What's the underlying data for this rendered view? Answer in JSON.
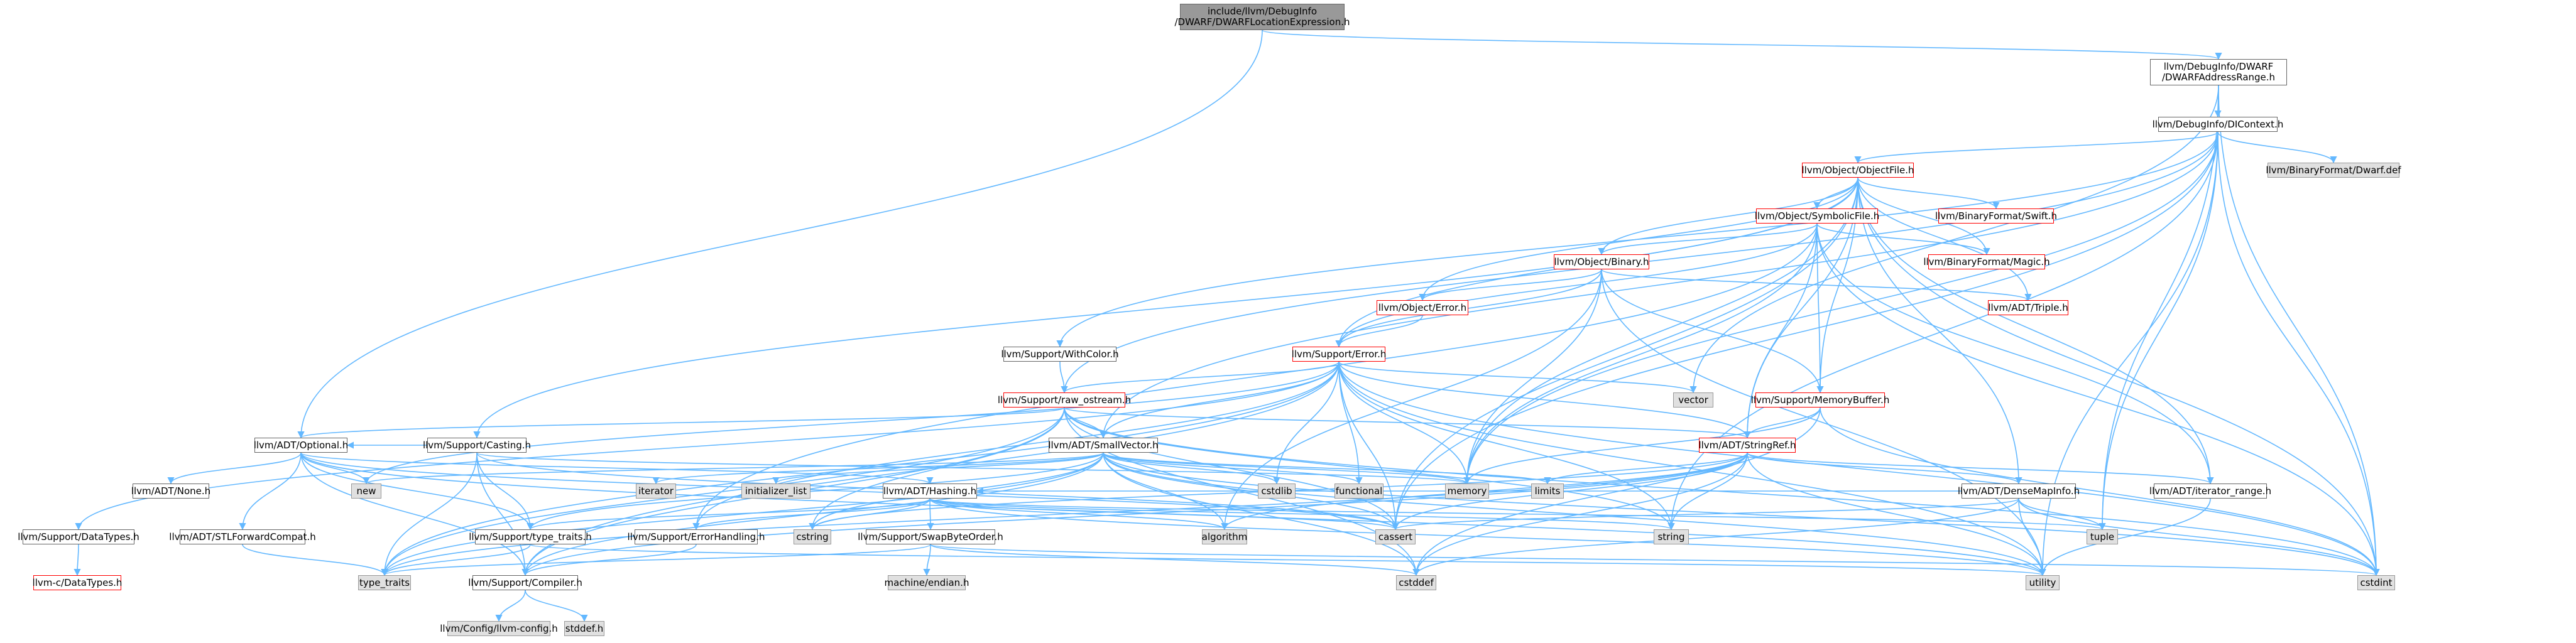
{
  "edge_color": "#63b8ff",
  "nodes": [
    {
      "id": "root",
      "label": "include/llvm/DebugInfo\n/DWARF/DWARFLocationExpression.h",
      "style": "root"
    },
    {
      "id": "addrrange",
      "label": "llvm/DebugInfo/DWARF\n/DWARFAddressRange.h",
      "style": "normal"
    },
    {
      "id": "dicontext",
      "label": "llvm/DebugInfo/DIContext.h",
      "style": "normal"
    },
    {
      "id": "objfile",
      "label": "llvm/Object/ObjectFile.h",
      "style": "red"
    },
    {
      "id": "dwarfdef",
      "label": "llvm/BinaryFormat/Dwarf.def",
      "style": "sys"
    },
    {
      "id": "symfile",
      "label": "llvm/Object/SymbolicFile.h",
      "style": "red"
    },
    {
      "id": "swift",
      "label": "llvm/BinaryFormat/Swift.h",
      "style": "red"
    },
    {
      "id": "magic",
      "label": "llvm/BinaryFormat/Magic.h",
      "style": "red"
    },
    {
      "id": "binary",
      "label": "llvm/Object/Binary.h",
      "style": "red"
    },
    {
      "id": "triple",
      "label": "llvm/ADT/Triple.h",
      "style": "red"
    },
    {
      "id": "objerror",
      "label": "llvm/Object/Error.h",
      "style": "red"
    },
    {
      "id": "withcolor",
      "label": "llvm/Support/WithColor.h",
      "style": "normal"
    },
    {
      "id": "error",
      "label": "llvm/Support/Error.h",
      "style": "red"
    },
    {
      "id": "vector",
      "label": "vector",
      "style": "sys"
    },
    {
      "id": "memorybuffer",
      "label": "llvm/Support/MemoryBuffer.h",
      "style": "red"
    },
    {
      "id": "rawostream",
      "label": "llvm/Support/raw_ostream.h",
      "style": "red"
    },
    {
      "id": "stringref",
      "label": "llvm/ADT/StringRef.h",
      "style": "red"
    },
    {
      "id": "optional",
      "label": "llvm/ADT/Optional.h",
      "style": "normal"
    },
    {
      "id": "casting",
      "label": "llvm/Support/Casting.h",
      "style": "normal"
    },
    {
      "id": "smallvector",
      "label": "llvm/ADT/SmallVector.h",
      "style": "normal"
    },
    {
      "id": "densemapinfo",
      "label": "llvm/ADT/DenseMapInfo.h",
      "style": "normal"
    },
    {
      "id": "iterrange",
      "label": "llvm/ADT/iterator_range.h",
      "style": "normal"
    },
    {
      "id": "none",
      "label": "llvm/ADT/None.h",
      "style": "normal"
    },
    {
      "id": "new",
      "label": "new",
      "style": "sys"
    },
    {
      "id": "iterator",
      "label": "iterator",
      "style": "sys"
    },
    {
      "id": "initlist",
      "label": "initializer_list",
      "style": "sys"
    },
    {
      "id": "hashing",
      "label": "llvm/ADT/Hashing.h",
      "style": "normal"
    },
    {
      "id": "cstdlib",
      "label": "cstdlib",
      "style": "sys"
    },
    {
      "id": "functional",
      "label": "functional",
      "style": "sys"
    },
    {
      "id": "memory",
      "label": "memory",
      "style": "sys"
    },
    {
      "id": "limits",
      "label": "limits",
      "style": "sys"
    },
    {
      "id": "datatypes",
      "label": "llvm/Support/DataTypes.h",
      "style": "normal"
    },
    {
      "id": "stlforward",
      "label": "llvm/ADT/STLForwardCompat.h",
      "style": "normal"
    },
    {
      "id": "typetraits_llvm",
      "label": "llvm/Support/type_traits.h",
      "style": "normal"
    },
    {
      "id": "errorhandling",
      "label": "llvm/Support/ErrorHandling.h",
      "style": "normal"
    },
    {
      "id": "cstring",
      "label": "cstring",
      "style": "sys"
    },
    {
      "id": "swapbyteorder",
      "label": "llvm/Support/SwapByteOrder.h",
      "style": "normal"
    },
    {
      "id": "algorithm",
      "label": "algorithm",
      "style": "sys"
    },
    {
      "id": "cassert",
      "label": "cassert",
      "style": "sys"
    },
    {
      "id": "string",
      "label": "string",
      "style": "sys"
    },
    {
      "id": "tuple",
      "label": "tuple",
      "style": "sys"
    },
    {
      "id": "cdatatypes",
      "label": "llvm-c/DataTypes.h",
      "style": "red"
    },
    {
      "id": "typetraits",
      "label": "type_traits",
      "style": "sys"
    },
    {
      "id": "compiler",
      "label": "llvm/Support/Compiler.h",
      "style": "normal"
    },
    {
      "id": "machineendian",
      "label": "machine/endian.h",
      "style": "sys"
    },
    {
      "id": "cstddef",
      "label": "cstddef",
      "style": "sys"
    },
    {
      "id": "utility",
      "label": "utility",
      "style": "sys"
    },
    {
      "id": "cstdint",
      "label": "cstdint",
      "style": "sys"
    },
    {
      "id": "llvmconfig",
      "label": "llvm/Config/llvm-config.h",
      "style": "sys"
    },
    {
      "id": "stddef",
      "label": "stddef.h",
      "style": "sys"
    }
  ],
  "edges": [
    [
      "root",
      "addrrange"
    ],
    [
      "root",
      "optional"
    ],
    [
      "addrrange",
      "dicontext"
    ],
    [
      "addrrange",
      "tuple"
    ],
    [
      "addrrange",
      "vector"
    ],
    [
      "addrrange",
      "cstdint"
    ],
    [
      "dicontext",
      "objfile"
    ],
    [
      "dicontext",
      "dwarfdef"
    ],
    [
      "dicontext",
      "withcolor"
    ],
    [
      "dicontext",
      "rawostream"
    ],
    [
      "dicontext",
      "smallvector"
    ],
    [
      "dicontext",
      "memory"
    ],
    [
      "dicontext",
      "cassert"
    ],
    [
      "dicontext",
      "cstdint"
    ],
    [
      "dicontext",
      "string"
    ],
    [
      "dicontext",
      "tuple"
    ],
    [
      "dicontext",
      "utility"
    ],
    [
      "objfile",
      "symfile"
    ],
    [
      "objfile",
      "swift"
    ],
    [
      "objfile",
      "binary"
    ],
    [
      "objfile",
      "triple"
    ],
    [
      "objfile",
      "objerror"
    ],
    [
      "objfile",
      "error"
    ],
    [
      "objfile",
      "memorybuffer"
    ],
    [
      "objfile",
      "stringref"
    ],
    [
      "objfile",
      "densemapinfo"
    ],
    [
      "objfile",
      "iterrange"
    ],
    [
      "objfile",
      "casting"
    ],
    [
      "objfile",
      "memory"
    ],
    [
      "objfile",
      "cassert"
    ],
    [
      "objfile",
      "cstdint"
    ],
    [
      "objfile",
      "magic"
    ],
    [
      "symfile",
      "binary"
    ],
    [
      "symfile",
      "magic"
    ],
    [
      "symfile",
      "error"
    ],
    [
      "symfile",
      "memorybuffer"
    ],
    [
      "symfile",
      "stringref"
    ],
    [
      "symfile",
      "iterrange"
    ],
    [
      "symfile",
      "memory"
    ],
    [
      "symfile",
      "cstdint"
    ],
    [
      "symfile",
      "errorhandling"
    ],
    [
      "binary",
      "triple"
    ],
    [
      "binary",
      "objerror"
    ],
    [
      "binary",
      "error"
    ],
    [
      "binary",
      "memorybuffer"
    ],
    [
      "binary",
      "memory"
    ],
    [
      "binary",
      "utility"
    ],
    [
      "binary",
      "algorithm"
    ],
    [
      "objerror",
      "error"
    ],
    [
      "withcolor",
      "rawostream"
    ],
    [
      "error",
      "vector"
    ],
    [
      "error",
      "rawostream"
    ],
    [
      "error",
      "smallvector"
    ],
    [
      "error",
      "stringref"
    ],
    [
      "error",
      "datatypes"
    ],
    [
      "error",
      "errorhandling"
    ],
    [
      "error",
      "cassert"
    ],
    [
      "error",
      "cstdint"
    ],
    [
      "error",
      "cstdlib"
    ],
    [
      "error",
      "functional"
    ],
    [
      "error",
      "memory"
    ],
    [
      "error",
      "new"
    ],
    [
      "error",
      "string"
    ],
    [
      "error",
      "utility"
    ],
    [
      "error",
      "typetraits"
    ],
    [
      "error",
      "compiler"
    ],
    [
      "memorybuffer",
      "stringref"
    ],
    [
      "memorybuffer",
      "memory"
    ],
    [
      "memorybuffer",
      "cstddef"
    ],
    [
      "memorybuffer",
      "cstdint"
    ],
    [
      "rawostream",
      "stringref"
    ],
    [
      "rawostream",
      "optional"
    ],
    [
      "rawostream",
      "smallvector"
    ],
    [
      "rawostream",
      "cassert"
    ],
    [
      "rawostream",
      "cstddef"
    ],
    [
      "rawostream",
      "cstdint"
    ],
    [
      "rawostream",
      "cstring"
    ],
    [
      "rawostream",
      "string"
    ],
    [
      "rawostream",
      "typetraits"
    ],
    [
      "rawostream",
      "compiler"
    ],
    [
      "stringref",
      "densemapinfo"
    ],
    [
      "stringref",
      "iterrange"
    ],
    [
      "stringref",
      "compiler"
    ],
    [
      "stringref",
      "algorithm"
    ],
    [
      "stringref",
      "cassert"
    ],
    [
      "stringref",
      "cstddef"
    ],
    [
      "stringref",
      "cstring"
    ],
    [
      "stringref",
      "limits"
    ],
    [
      "stringref",
      "string"
    ],
    [
      "stringref",
      "typetraits"
    ],
    [
      "stringref",
      "utility"
    ],
    [
      "optional",
      "none"
    ],
    [
      "optional",
      "stlforward"
    ],
    [
      "optional",
      "typetraits_llvm"
    ],
    [
      "optional",
      "compiler"
    ],
    [
      "optional",
      "hashing"
    ],
    [
      "optional",
      "cassert"
    ],
    [
      "optional",
      "new"
    ],
    [
      "optional",
      "utility"
    ],
    [
      "casting",
      "typetraits_llvm"
    ],
    [
      "casting",
      "compiler"
    ],
    [
      "casting",
      "cassert"
    ],
    [
      "casting",
      "memory"
    ],
    [
      "casting",
      "typetraits"
    ],
    [
      "casting",
      "optional"
    ],
    [
      "smallvector",
      "compiler"
    ],
    [
      "smallvector",
      "typetraits_llvm"
    ],
    [
      "smallvector",
      "algorithm"
    ],
    [
      "smallvector",
      "cassert"
    ],
    [
      "smallvector",
      "cstddef"
    ],
    [
      "smallvector",
      "cstdlib"
    ],
    [
      "smallvector",
      "cstring"
    ],
    [
      "smallvector",
      "functional"
    ],
    [
      "smallvector",
      "initlist"
    ],
    [
      "smallvector",
      "iterator"
    ],
    [
      "smallvector",
      "limits"
    ],
    [
      "smallvector",
      "memory"
    ],
    [
      "smallvector",
      "new"
    ],
    [
      "smallvector",
      "typetraits"
    ],
    [
      "smallvector",
      "utility"
    ],
    [
      "smallvector",
      "cstdint"
    ],
    [
      "densemapinfo",
      "cassert"
    ],
    [
      "densemapinfo",
      "cstddef"
    ],
    [
      "densemapinfo",
      "cstdint"
    ],
    [
      "densemapinfo",
      "tuple"
    ],
    [
      "densemapinfo",
      "utility"
    ],
    [
      "densemapinfo",
      "hashing"
    ],
    [
      "iterrange",
      "utility"
    ],
    [
      "hashing",
      "errorhandling"
    ],
    [
      "hashing",
      "swapbyteorder"
    ],
    [
      "hashing",
      "typetraits_llvm"
    ],
    [
      "hashing",
      "algorithm"
    ],
    [
      "hashing",
      "cassert"
    ],
    [
      "hashing",
      "cstring"
    ],
    [
      "hashing",
      "string"
    ],
    [
      "hashing",
      "tuple"
    ],
    [
      "hashing",
      "utility"
    ],
    [
      "datatypes",
      "cdatatypes"
    ],
    [
      "stlforward",
      "typetraits"
    ],
    [
      "typetraits_llvm",
      "typetraits"
    ],
    [
      "typetraits_llvm",
      "utility"
    ],
    [
      "errorhandling",
      "compiler"
    ],
    [
      "swapbyteorder",
      "cstddef"
    ],
    [
      "swapbyteorder",
      "cstdint"
    ],
    [
      "swapbyteorder",
      "typetraits"
    ],
    [
      "swapbyteorder",
      "machineendian"
    ],
    [
      "compiler",
      "llvmconfig"
    ],
    [
      "compiler",
      "stddef"
    ]
  ]
}
